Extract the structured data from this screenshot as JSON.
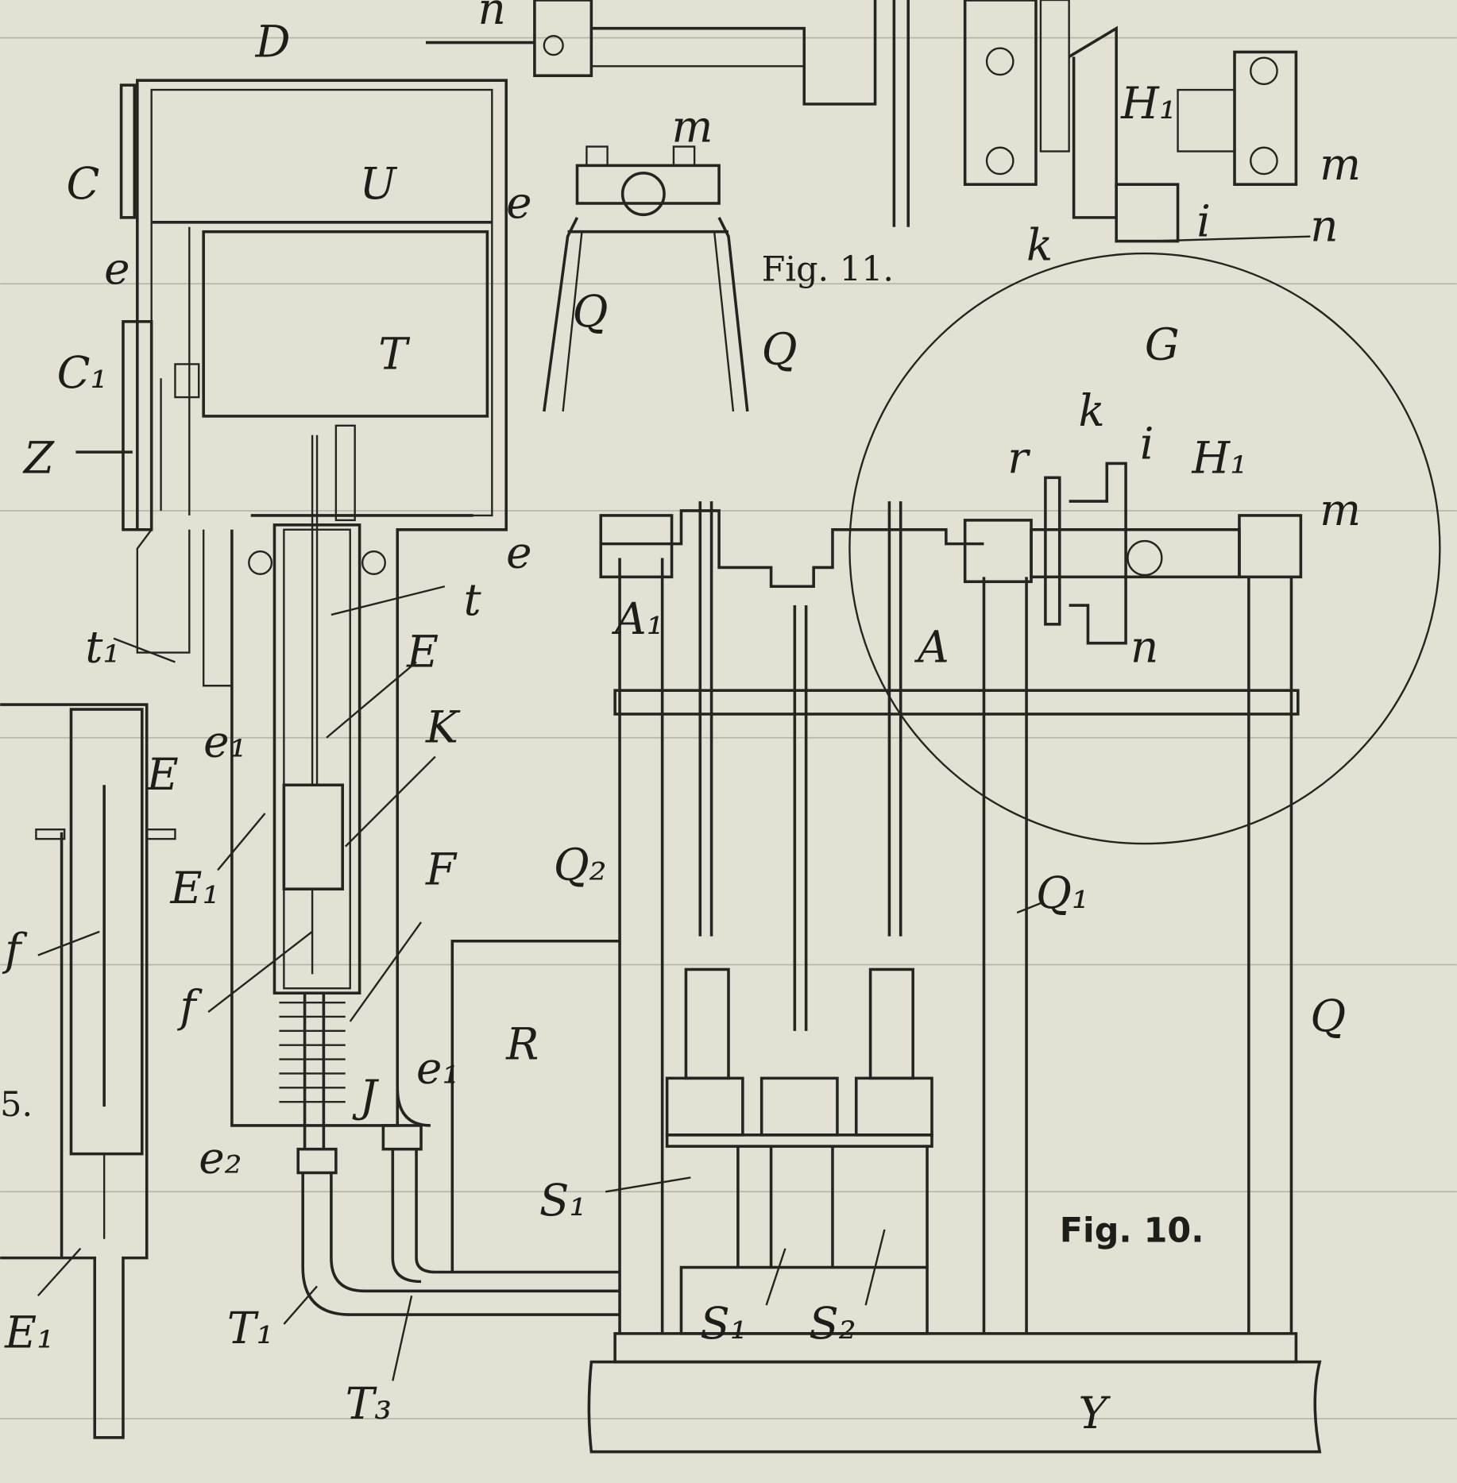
{
  "figures": {
    "fig11": "Fig. 11.",
    "fig10": "Fig. 10."
  },
  "labels": [
    "n",
    "D",
    "U",
    "C",
    "e",
    "e",
    "T",
    "C₁",
    "Z",
    "m",
    "Q",
    "Q",
    "m",
    "k",
    "i",
    "n",
    "H₁",
    "G",
    "k",
    "i",
    "r",
    "H₁",
    "m",
    "e",
    "t",
    "E",
    "K",
    "t₁",
    "A₁",
    "A",
    "n",
    "E",
    "e₁",
    "E₁",
    "F",
    "Q₂",
    "Q₁",
    "f",
    "f",
    "R",
    "Q",
    "J",
    "e₁",
    "5.",
    "e₂",
    "S₁",
    "E₁",
    "T₁",
    "S₁",
    "S₂",
    "T₃",
    "Y"
  ],
  "colors": {
    "paper": "#e3e1d4",
    "ink": "#262420"
  }
}
